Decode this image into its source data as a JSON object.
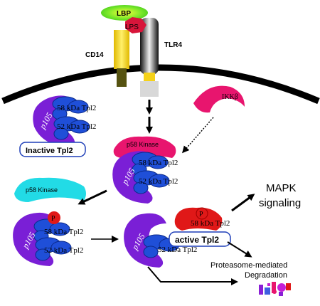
{
  "labels": {
    "lbp": "LBP",
    "lps": "LPS",
    "tlr4": "TLR4",
    "cd14": "CD14",
    "ikk": "IKKβ",
    "p105": "p105",
    "tpl58": "58 kDa Tpl2",
    "tpl52": "52 kDa Tpl2",
    "inactive": "Inactive Tpl2",
    "active": "active Tpl2",
    "p58kinase": "p58 Kinase",
    "phospho": "P",
    "mapk_line1": "MAPK",
    "mapk_line2": "signaling",
    "proteasome_line1": "Proteasome-mediated",
    "proteasome_line2": "Degradation"
  },
  "colors": {
    "p105": "#7a1fd6",
    "tpl2_blue": "#1f4fd8",
    "ikk_pink": "#e8156e",
    "p58_cyan": "#22dbe6",
    "phospho_red": "#e01818",
    "lbp_green": "#4fe020",
    "lps_red": "#d81838",
    "cd14_yellow": "#f3d21a",
    "membrane": "#000000"
  }
}
